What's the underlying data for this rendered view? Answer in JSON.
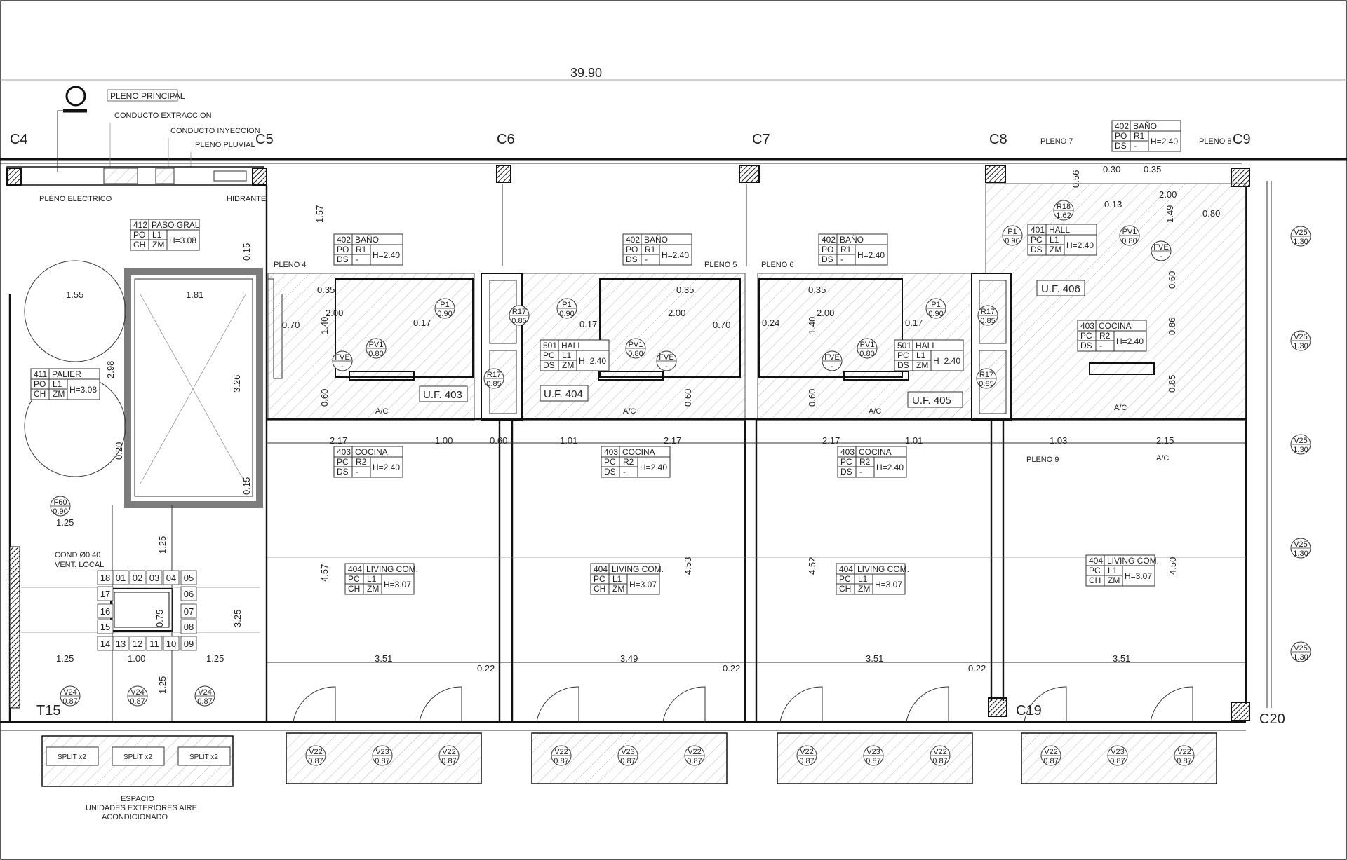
{
  "overall_dimension": "39.90",
  "grid_labels": [
    "C4",
    "C5",
    "C6",
    "C7",
    "C8",
    "C9",
    "T15",
    "C19",
    "C20"
  ],
  "top_labels": {
    "pleno_principal": "PLENO PRINCIPAL",
    "conducto_extraccion": "CONDUCTO EXTRACCION",
    "conducto_inyeccion": "CONDUCTO INYECCION",
    "pleno_pluvial": "PLENO PLUVIAL",
    "pleno_electrico": "PLENO ELECTRICO",
    "hidrante": "HIDRANTE",
    "pleno_4": "PLENO 4",
    "pleno_5": "PLENO 5",
    "pleno_6": "PLENO 6",
    "pleno_7": "PLENO 7",
    "pleno_8": "PLENO 8",
    "pleno_9": "PLENO 9"
  },
  "room_tags": {
    "paso_gral": {
      "num": "412",
      "name": "PASO GRAL",
      "r1c1": "PO",
      "r1c2": "L1",
      "r2c1": "CH",
      "r2c2": "ZM",
      "h": "H=3.08"
    },
    "palier": {
      "num": "411",
      "name": "PALIER",
      "r1c1": "PO",
      "r1c2": "L1",
      "r2c1": "CH",
      "r2c2": "ZM",
      "h": "H=3.08"
    },
    "bano_a": {
      "num": "402",
      "name": "BAÑO",
      "r1c1": "PO",
      "r1c2": "R1",
      "r2c1": "DS",
      "r2c2": "-",
      "h": "H=2.40"
    },
    "bano_b": {
      "num": "402",
      "name": "BAÑO",
      "r1c1": "PO",
      "r1c2": "R1",
      "r2c1": "DS",
      "r2c2": "-",
      "h": "H=2.40"
    },
    "bano_c": {
      "num": "402",
      "name": "BAÑO",
      "r1c1": "PO",
      "r1c2": "R1",
      "r2c1": "DS",
      "r2c2": "-",
      "h": "H=2.40"
    },
    "bano_d": {
      "num": "402",
      "name": "BAÑO",
      "r1c1": "PO",
      "r1c2": "R1",
      "r2c1": "DS",
      "r2c2": "-",
      "h": "H=2.40"
    },
    "hall_a": {
      "num": "501",
      "name": "HALL",
      "r1c1": "PC",
      "r1c2": "L1",
      "r2c1": "DS",
      "r2c2": "ZM",
      "h": "H=2.40"
    },
    "hall_b": {
      "num": "501",
      "name": "HALL",
      "r1c1": "PC",
      "r1c2": "L1",
      "r2c1": "DS",
      "r2c2": "ZM",
      "h": "H=2.40"
    },
    "hall_c": {
      "num": "401",
      "name": "HALL",
      "r1c1": "PC",
      "r1c2": "L1",
      "r2c1": "DS",
      "r2c2": "ZM",
      "h": "H=2.40"
    },
    "cocina_a": {
      "num": "403",
      "name": "COCINA",
      "r1c1": "PC",
      "r1c2": "R2",
      "r2c1": "DS",
      "r2c2": "-",
      "h": "H=2.40"
    },
    "cocina_b": {
      "num": "403",
      "name": "COCINA",
      "r1c1": "PC",
      "r1c2": "R2",
      "r2c1": "DS",
      "r2c2": "-",
      "h": "H=2.40"
    },
    "cocina_c": {
      "num": "403",
      "name": "COCINA",
      "r1c1": "PC",
      "r1c2": "R2",
      "r2c1": "DS",
      "r2c2": "-",
      "h": "H=2.40"
    },
    "cocina_d": {
      "num": "403",
      "name": "COCINA",
      "r1c1": "PC",
      "r1c2": "R2",
      "r2c1": "DS",
      "r2c2": "-",
      "h": "H=2.40"
    },
    "living_a": {
      "num": "404",
      "name": "LIVING COM.",
      "r1c1": "PC",
      "r1c2": "L1",
      "r2c1": "CH",
      "r2c2": "ZM",
      "h": "H=3.07"
    },
    "living_b": {
      "num": "404",
      "name": "LIVING COM.",
      "r1c1": "PC",
      "r1c2": "L1",
      "r2c1": "CH",
      "r2c2": "ZM",
      "h": "H=3.07"
    },
    "living_c": {
      "num": "404",
      "name": "LIVING COM.",
      "r1c1": "PC",
      "r1c2": "L1",
      "r2c1": "CH",
      "r2c2": "ZM",
      "h": "H=3.07"
    },
    "living_d": {
      "num": "404",
      "name": "LIVING COM.",
      "r1c1": "PC",
      "r1c2": "L1",
      "r2c1": "CH",
      "r2c2": "ZM",
      "h": "H=3.07"
    }
  },
  "units": {
    "uf403": "U.F. 403",
    "uf404": "U.F. 404",
    "uf405": "U.F. 405",
    "uf406": "U.F. 406"
  },
  "dimensions": {
    "d157": "1.57",
    "d015a": "0.15",
    "d155": "1.55",
    "d181": "1.81",
    "d298": "2.98",
    "d326": "3.26",
    "d020": "0.20",
    "d015b": "0.15",
    "d125a": "1.25",
    "d125b": "1.25",
    "d075": "0.75",
    "d325": "3.25",
    "d125c": "1.25",
    "d100a": "1.00",
    "d125d": "1.25",
    "d125e": "1.25",
    "d035a": "0.35",
    "d200a": "2.00",
    "d070a": "0.70",
    "d140a": "1.40",
    "d017a": "0.17",
    "d060a": "0.60",
    "d217a": "2.17",
    "d100b": "1.00",
    "d060b": "0.60",
    "d101a": "1.01",
    "d017b": "0.17",
    "d035b": "0.35",
    "d200b": "2.00",
    "d070b": "0.70",
    "d060c": "0.60",
    "d217b": "2.17",
    "d024": "0.24",
    "d035c": "0.35",
    "d200c": "2.00",
    "d140b": "1.40",
    "d017c": "0.17",
    "d060d": "0.60",
    "d217c": "2.17",
    "d101b": "1.01",
    "d457": "4.57",
    "d453": "4.53",
    "d452": "4.52",
    "d450": "4.50",
    "d351a": "3.51",
    "d349": "3.49",
    "d351b": "3.51",
    "d351c": "3.51",
    "d022a": "0.22",
    "d022b": "0.22",
    "d022c": "0.22",
    "d030": "0.30",
    "d035d": "0.35",
    "d056": "0.56",
    "d013": "0.13",
    "d200d": "2.00",
    "d149": "1.49",
    "d080": "0.80",
    "d060e": "0.60",
    "d086": "0.86",
    "d085": "0.85",
    "d103": "1.03",
    "d215": "2.15"
  },
  "symbols": {
    "p1": "P1",
    "p1v": "0.90",
    "pv1": "PV1",
    "pv1v": "0.80",
    "fve": "FVE",
    "fvev": "-",
    "r17": "R17",
    "r17v": "0.85",
    "r18": "R18",
    "r18v": "1.62",
    "f60": "F60",
    "f60v": "0.90",
    "v24": "V24",
    "v24v": "0.87",
    "v22": "V22",
    "v22v": "0.87",
    "v23": "V23",
    "v23v": "0.87",
    "v25": "V25",
    "v25v": "1.30"
  },
  "stair_steps": [
    "18",
    "01",
    "02",
    "03",
    "04",
    "05",
    "17",
    "06",
    "16",
    "07",
    "15",
    "08",
    "14",
    "13",
    "12",
    "11",
    "10",
    "09"
  ],
  "ac_label": "A/C",
  "split_label": "SPLIT x2",
  "cond_line1": "COND Ø0.40",
  "cond_line2": "VENT. LOCAL",
  "espacio_line1": "ESPACIO",
  "espacio_line2": "UNIDADES EXTERIORES AIRE",
  "espacio_line3": "ACONDICIONADO"
}
